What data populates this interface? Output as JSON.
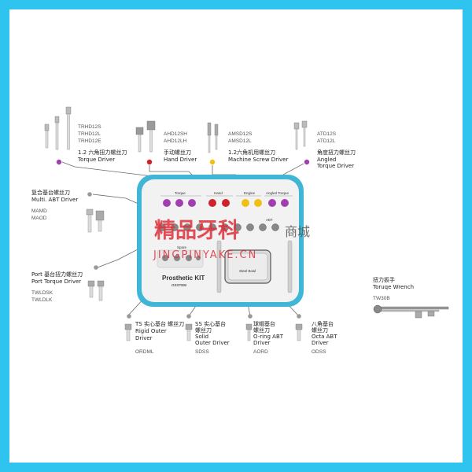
{
  "watermark": {
    "brand_cn": "精品牙科",
    "mall_cn": "商城",
    "url": "JINGPINYAKE.CN",
    "color": "#e0303a"
  },
  "kit": {
    "title": "Prosthetic KIT",
    "subtitle": "OSSTEM",
    "section_labels": [
      "Torque",
      "Hand",
      "Engine",
      "Angled Torque",
      "Spare",
      "ABT"
    ],
    "bowl_label": "Steel Bowl",
    "tray_color": "#3fb6d6"
  },
  "tools": {
    "torque_driver": {
      "codes": [
        "TRHD12S",
        "TRHD12L",
        "TRHD12E"
      ],
      "name_cn": "1.2 六角扭力螺丝刀",
      "name_en": "Torque Driver",
      "dot_color": "#a23fb0"
    },
    "hand_driver": {
      "codes": [
        "AHD12SH",
        "AHD12LH"
      ],
      "name_cn": "手动螺丝刀",
      "name_en": "Hand Driver",
      "dot_color": "#d0202a"
    },
    "machine_screw_driver": {
      "codes": [
        "AMSD12S",
        "AMSD12L"
      ],
      "name_cn": "1.2六角机用螺丝刀",
      "name_en": "Machine Screw Driver",
      "dot_color": "#f0c010"
    },
    "angled_torque_driver": {
      "codes": [
        "ATD12S",
        "ATD12L"
      ],
      "name_cn": "角度扭力螺丝刀",
      "name_en1": "Angled",
      "name_en2": "Torque Driver",
      "dot_color": "#a23fb0"
    },
    "multi_abt_driver": {
      "name_cn": "复合基台螺丝刀",
      "name_en": "Multi. ABT Driver",
      "codes": [
        "MAMD",
        "MAOD"
      ]
    },
    "port_torque_driver": {
      "name_cn": "Port 基台扭力螺丝刀",
      "name_en": "Port Torque Driver",
      "codes": [
        "TWLDSK",
        "TWLDLK"
      ]
    },
    "rigid_outer_driver": {
      "name_cn": "TS 实心基台 螺丝刀",
      "name_en1": "Rigid Outer",
      "name_en2": "Driver",
      "code": "ORDML"
    },
    "solid_outer_driver": {
      "name_cn1": "SS 实心基台",
      "name_cn2": "螺丝刀",
      "name_en1": "Solid",
      "name_en2": "Outer Driver",
      "code": "SDSS"
    },
    "oring_abt_driver": {
      "name_cn1": "球帽基台",
      "name_cn2": "螺丝刀",
      "name_en1": "O-ring ABT",
      "name_en2": "Driver",
      "code": "AORD"
    },
    "octa_abt_driver": {
      "name_cn1": "八角基台",
      "name_cn2": "螺丝刀",
      "name_en1": "Octa ABT",
      "name_en2": "Driver",
      "code": "ODSS"
    },
    "torque_wrench": {
      "name_cn": "扭力扳手",
      "name_en": "Toruqe Wrench",
      "code": "TW30B"
    }
  }
}
